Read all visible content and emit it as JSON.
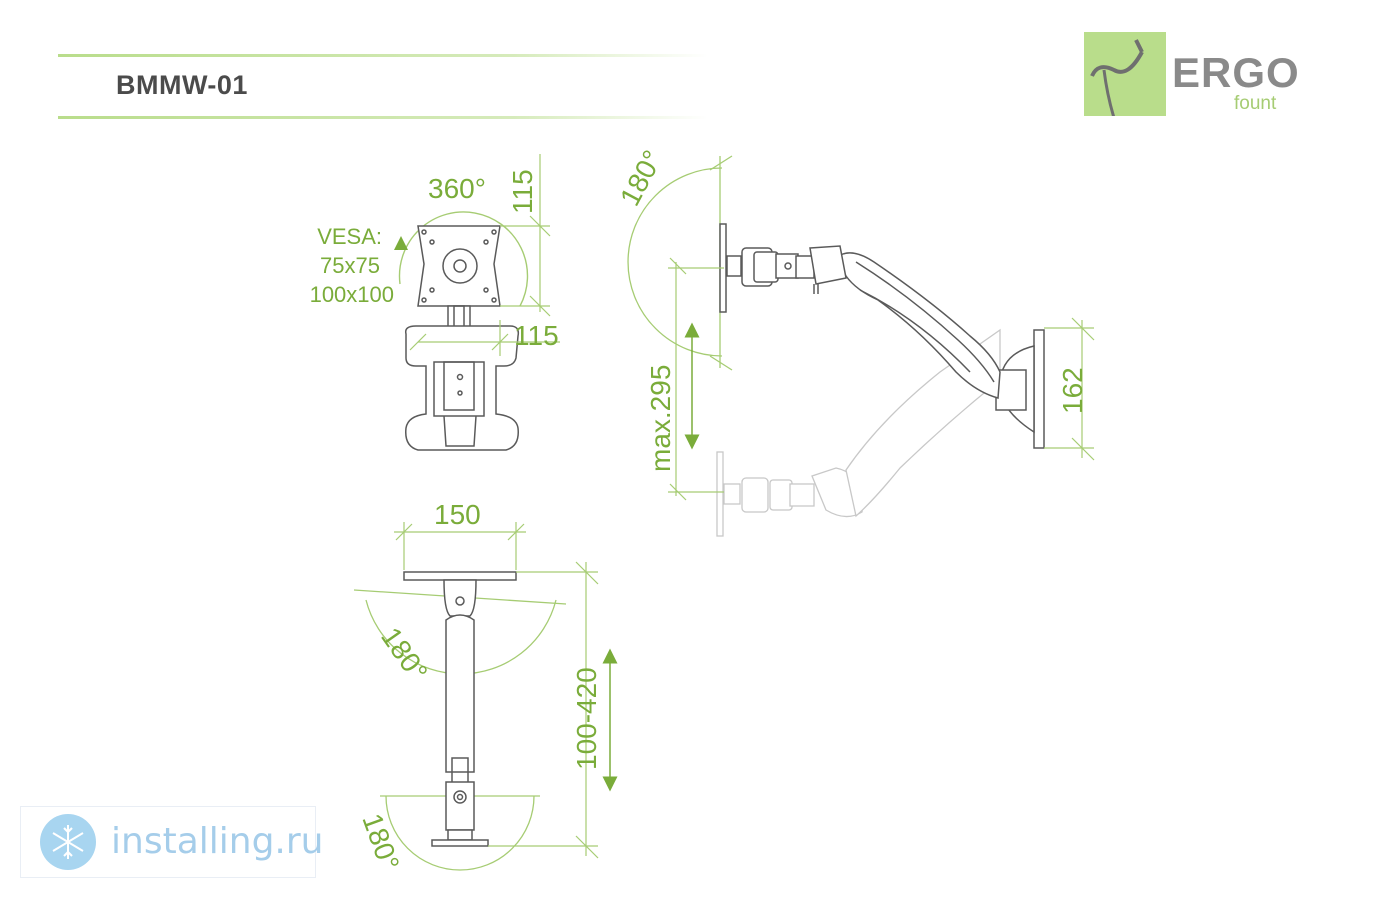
{
  "model": "BMMW-01",
  "brand": {
    "name": "ERGO",
    "sub": "fount",
    "accent": "#a6cc73",
    "gray": "#8a8a8a"
  },
  "colors": {
    "dimension": "#7aac3a",
    "line": "#5a5a5a",
    "ghost": "#c8c8c8",
    "header_rule": "#b9dd8b"
  },
  "front_view": {
    "rotation": "360°",
    "vesa_label": "VESA:",
    "vesa_1": "75x75",
    "vesa_2": "100x100",
    "dim_height": "115",
    "dim_width": "115"
  },
  "side_view": {
    "tilt": "180°",
    "travel": "max.295",
    "wall_plate": "162"
  },
  "top_view": {
    "plate_width": "150",
    "swivel_top": "180°",
    "reach": "100-420",
    "swivel_bottom": "180°"
  },
  "watermark": {
    "text": "installing.ru",
    "icon": "snowflake-badge-icon"
  }
}
